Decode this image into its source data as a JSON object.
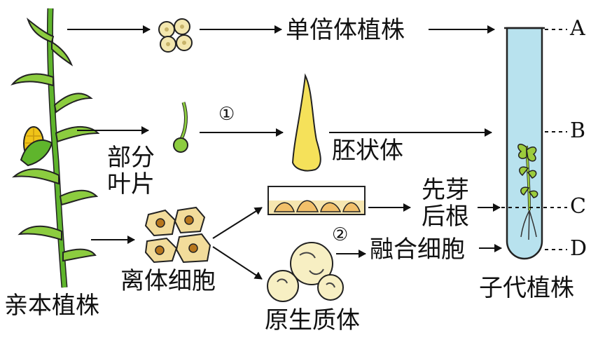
{
  "labels": {
    "parent_plant": "亲本植株",
    "haploid_plant": "单倍体植株",
    "partial_leaf_line1": "部分",
    "partial_leaf_line2": "叶片",
    "embryoid": "胚状体",
    "isolated_cells": "离体细胞",
    "protoplast": "原生质体",
    "fused_cell": "融合细胞",
    "shoot_first_line1": "先芽",
    "shoot_first_line2": "后根",
    "offspring_plant": "子代植株"
  },
  "step_markers": {
    "step1": "①",
    "step2": "②"
  },
  "tube_levels": {
    "a": "A",
    "b": "B",
    "c": "C",
    "d": "D"
  },
  "colors": {
    "stem": "#5fb52c",
    "leaf": "#8ccc3f",
    "corn": "#f0c419",
    "pollen": "#f3e7ae",
    "embryoid": "#f5e15a",
    "cell": "#f2dc9b",
    "nucleus": "#b7761c",
    "tube": "#b8e2ee",
    "plantlet": "#9ccc3c"
  }
}
